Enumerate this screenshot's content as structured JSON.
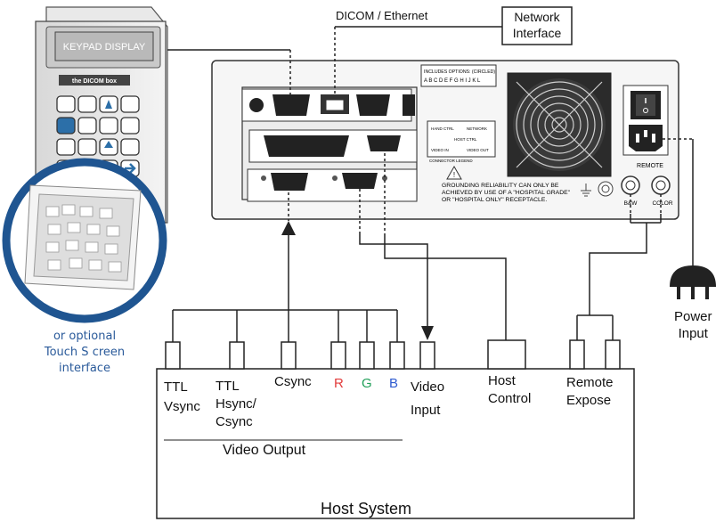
{
  "top": {
    "dicom_ethernet": "DICOM / Ethernet",
    "network_interface": [
      "Network",
      "Interface"
    ]
  },
  "keypad": {
    "display_text": "KEYPAD DISPLAY",
    "brand": "the DICOM box"
  },
  "touchscreen": {
    "caption": [
      "or optional",
      "Touch S creen",
      "interface"
    ]
  },
  "device": {
    "includes_options": "INCLUDES OPTIONS: (CIRCLED)",
    "options_letters": "A B C D E F G H I J K L",
    "legend_items": [
      "HAND CTRL",
      "NETWORK",
      "HOST CTRL",
      "VIDEO IN",
      "VIDEO OUT"
    ],
    "legend_title": "CONNECTOR LEGEND",
    "warning": [
      "GROUNDING RELIABILITY CAN ONLY BE",
      "ACHIEVED BY USE OF A \"HOSPITAL GRADE\"",
      "OR \"HOSPITAL ONLY\" RECEPTACLE."
    ],
    "remote": "REMOTE",
    "bw": "B&W",
    "color": "COLOR"
  },
  "power": [
    "Power",
    "Input"
  ],
  "host": {
    "ttl_vsync": [
      "TTL",
      "Vsync"
    ],
    "ttl_hsync": [
      "TTL",
      "Hsync/",
      "Csync"
    ],
    "csync": "Csync",
    "r": "R",
    "g": "G",
    "b": "B",
    "video_input": [
      "Video",
      "Input"
    ],
    "host_control": [
      "Host",
      "Control"
    ],
    "remote_expose": [
      "Remote",
      "Expose"
    ],
    "video_output": "Video Output",
    "title": "Host System"
  },
  "colors": {
    "red": "#e23b3b",
    "green": "#22a05a",
    "blue": "#2f5bd0",
    "ring": "#1f5591",
    "caption": "#2a5a9a"
  }
}
